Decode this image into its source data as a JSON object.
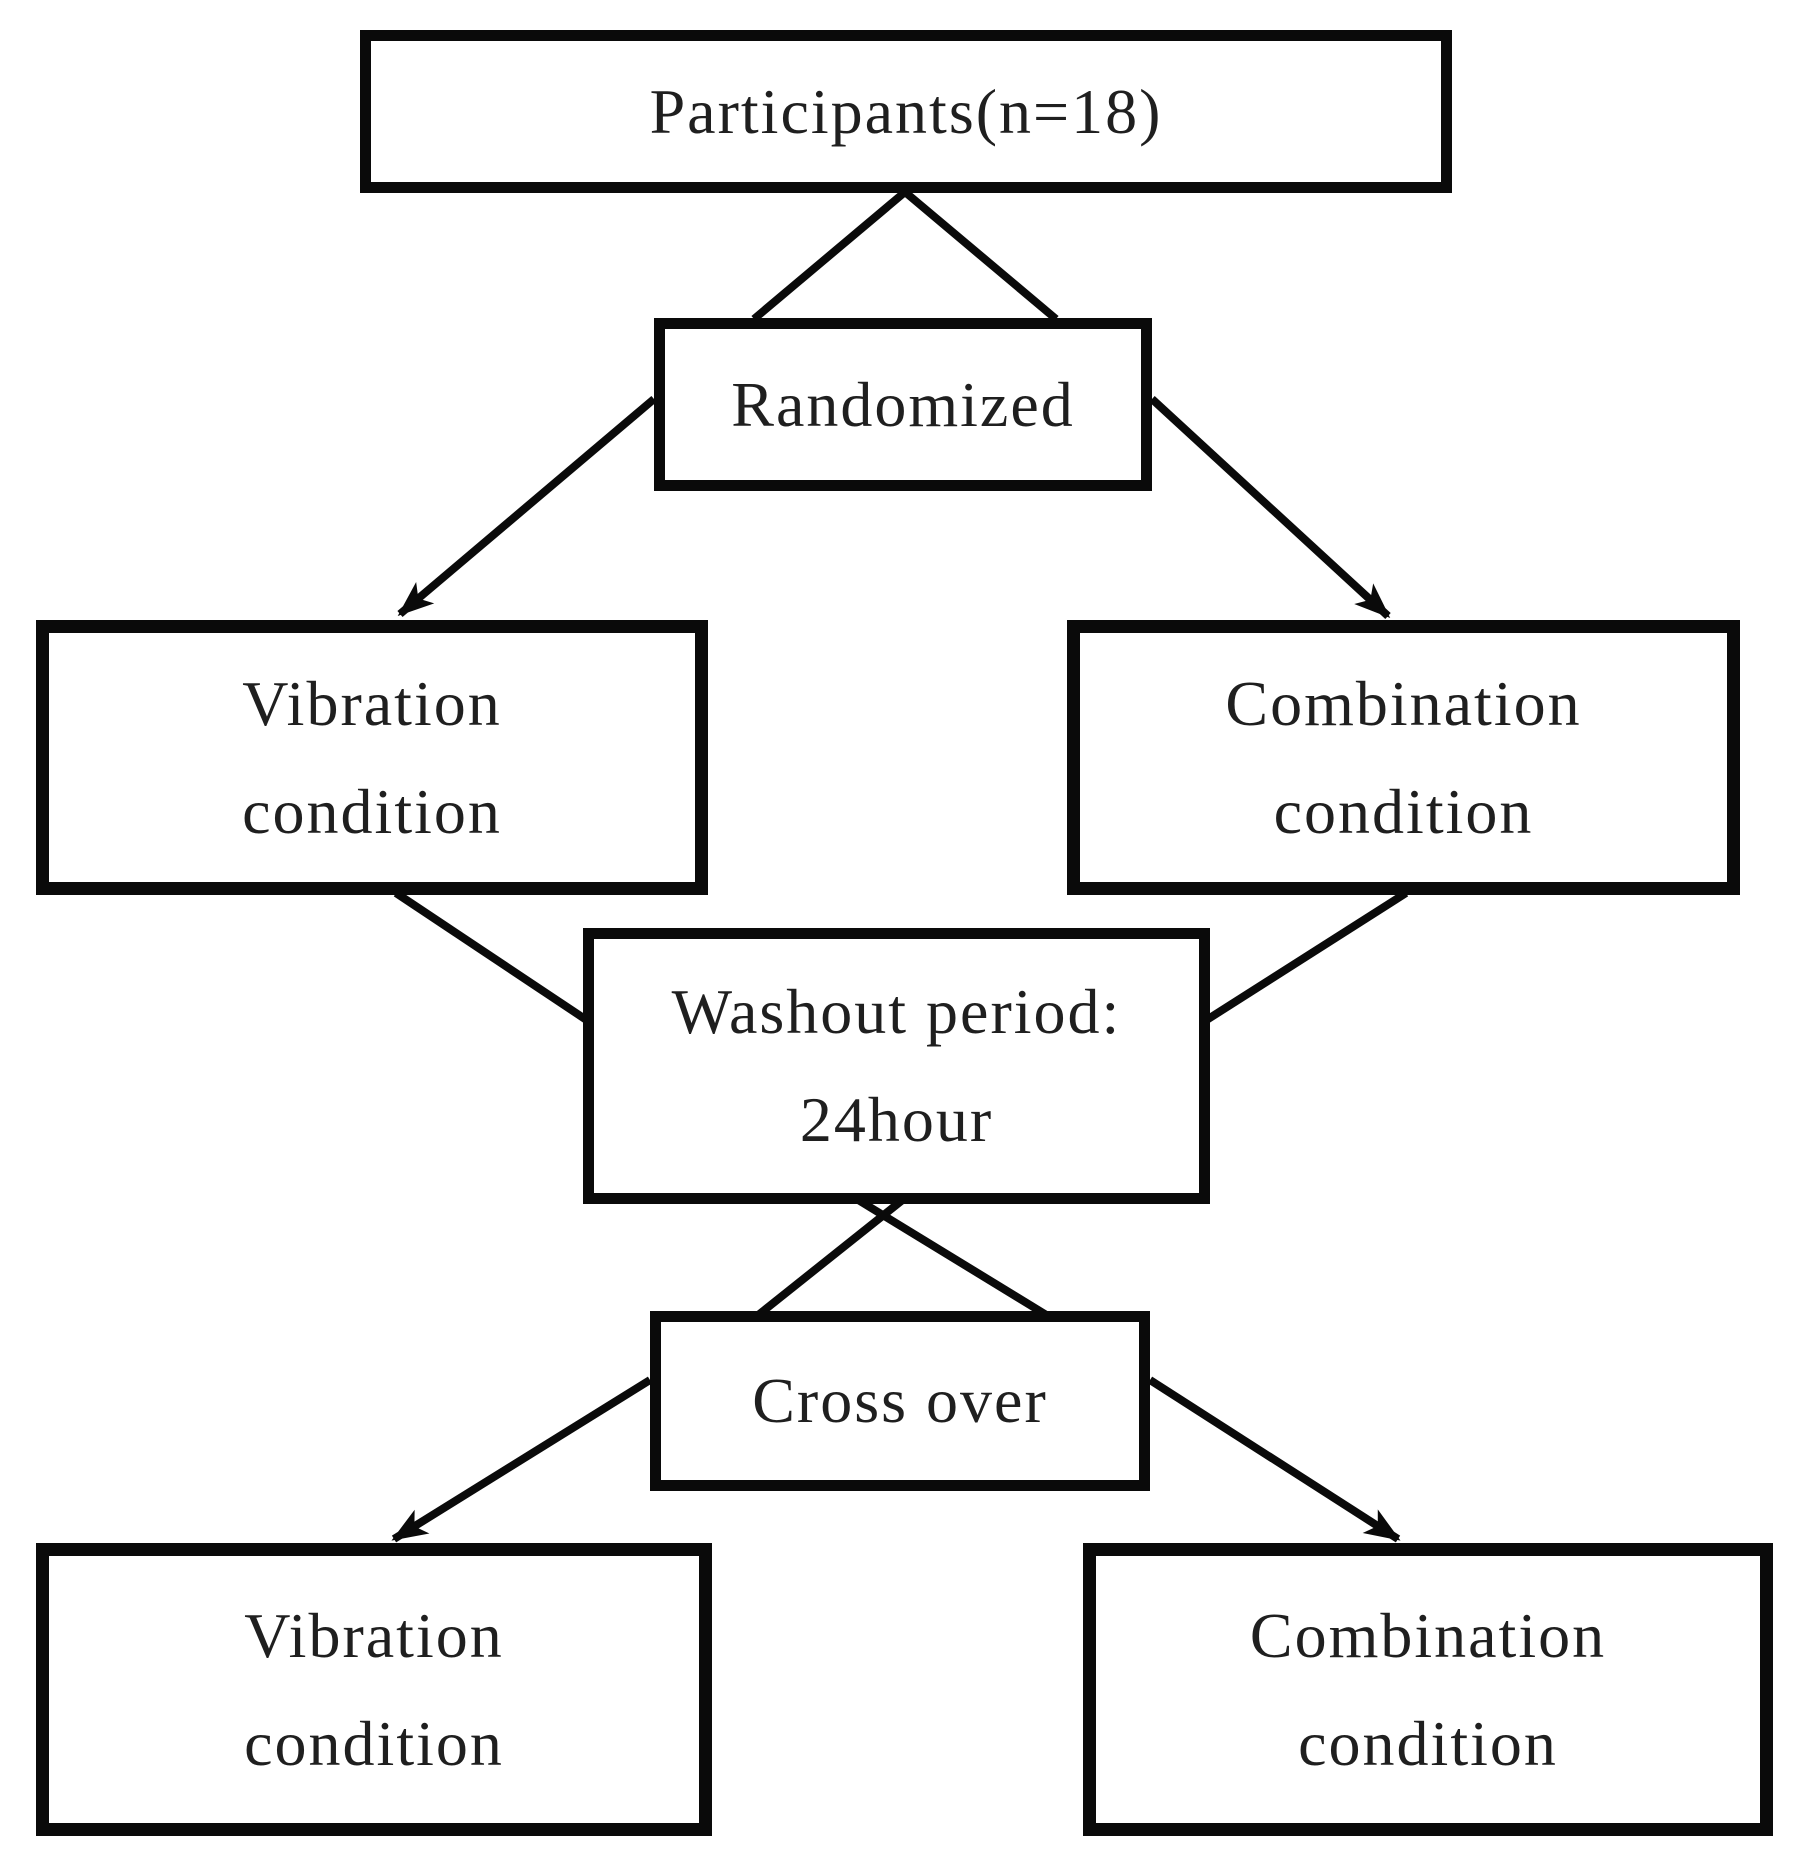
{
  "diagram": {
    "type": "flowchart",
    "colors": {
      "background": "#ffffff",
      "stroke": "#0a0a0a",
      "box_fill": "#ffffff",
      "text": "#1f1f1f"
    },
    "nodes": [
      {
        "id": "participants",
        "lines": [
          "Participants(n=18)"
        ]
      },
      {
        "id": "randomized",
        "lines": [
          "Randomized"
        ]
      },
      {
        "id": "vibration-condition-1",
        "lines": [
          "Vibration",
          "condition"
        ]
      },
      {
        "id": "combination-condition-1",
        "lines": [
          "Combination",
          "condition"
        ]
      },
      {
        "id": "washout-period",
        "lines": [
          "Washout period:",
          "24hour"
        ]
      },
      {
        "id": "cross-over",
        "lines": [
          "Cross over"
        ]
      },
      {
        "id": "vibration-condition-2",
        "lines": [
          "Vibration",
          "condition"
        ]
      },
      {
        "id": "combination-condition-2",
        "lines": [
          "Combination",
          "condition"
        ]
      }
    ],
    "edges": [
      {
        "from": "participants",
        "to": "randomized",
        "arrow": false
      },
      {
        "from": "participants",
        "to": "randomized",
        "arrow": false
      },
      {
        "from": "randomized",
        "to": "vibration-condition-1",
        "arrow": true
      },
      {
        "from": "randomized",
        "to": "combination-condition-1",
        "arrow": true
      },
      {
        "from": "vibration-condition-1",
        "to": "washout-period",
        "arrow": false
      },
      {
        "from": "combination-condition-1",
        "to": "washout-period",
        "arrow": false
      },
      {
        "from": "washout-period",
        "to": "cross-over",
        "arrow": false
      },
      {
        "from": "washout-period",
        "to": "cross-over",
        "arrow": false
      },
      {
        "from": "cross-over",
        "to": "vibration-condition-2",
        "arrow": true
      },
      {
        "from": "cross-over",
        "to": "combination-condition-2",
        "arrow": true
      }
    ]
  }
}
